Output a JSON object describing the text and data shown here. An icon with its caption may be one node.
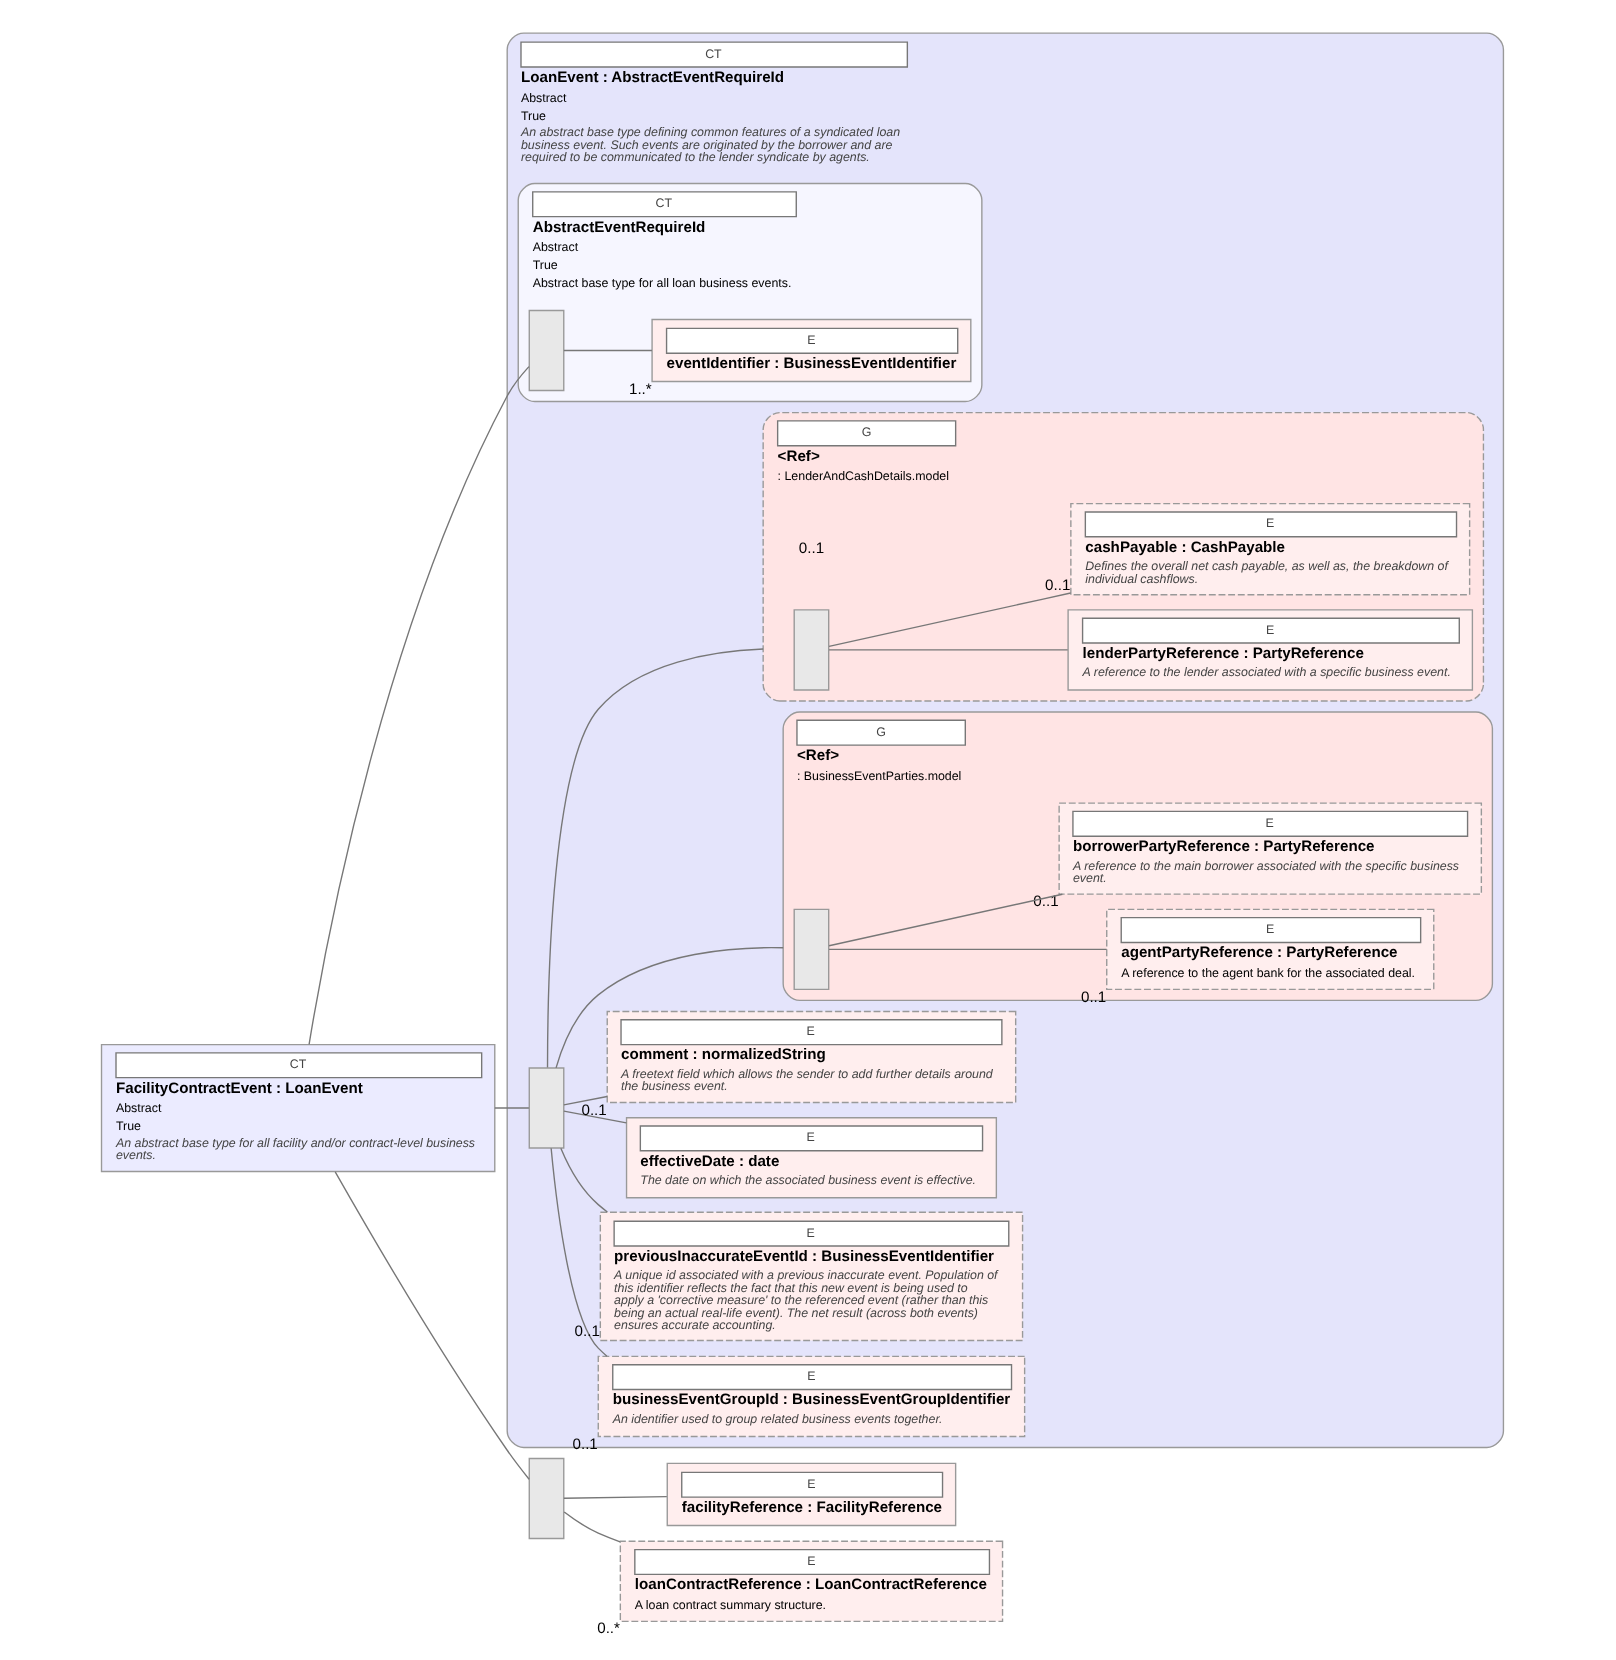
{
  "diagram": {
    "nodes": [
      {
        "text": [
          "CT",
          "FacilityContractEvent : LoanEvent",
          "Abstract",
          "True",
          "An abstract base type for all facility and/or contract-level business events."
        ]
      },
      {
        "text": [
          "CT",
          "LoanEvent : AbstractEventRequireId",
          "Abstract",
          "True",
          "An abstract base type defining common features of a syndicated loan business event. Such events are originated by the borrower and are required to be communicated to the lender syndicate by agents."
        ]
      },
      {
        "text": [
          "CT",
          "AbstractEventRequireId",
          "Abstract",
          "True",
          "Abstract base type for all loan business events."
        ],
        "in": 1
      },
      {
        "text": [],
        "shape": "box",
        "in": 2
      },
      {
        "text": [
          "E",
          "eventIdentifier : BusinessEventIdentifier"
        ],
        "beside": [
          "1..*"
        ],
        "in": 2
      },
      {
        "text": [],
        "shape": "box",
        "in": 1
      },
      {
        "text": [
          "E",
          "businessEventGroupId : BusinessEventGroupIdentifier",
          "An identifier used to group related business events together."
        ],
        "beside": [
          "0..1"
        ],
        "in": 1
      },
      {
        "text": [
          "E",
          "previousInaccurateEventId : BusinessEventIdentifier",
          "A unique id associated with a previous inaccurate event. Population of this identifier reflects the fact that this new event is being used to apply a 'corrective measure' to the referenced event (rather than this being an actual real-life event). The net result (across both events) ensures accurate accounting."
        ],
        "beside": [
          "0..1"
        ],
        "in": 1
      },
      {
        "text": [
          "G",
          "<Ref>",
          ": BusinessEventParties.model"
        ],
        "in": 1
      },
      {
        "text": [],
        "shape": "box",
        "in": 8
      },
      {
        "text": [
          "E",
          "agentPartyReference : PartyReference",
          "A reference to the agent bank for the associated deal."
        ],
        "beside": [
          "0..1"
        ],
        "in": 8
      },
      {
        "text": [
          "E",
          "borrowerPartyReference : PartyReference",
          "A reference to the main borrower associated with the specific business event."
        ],
        "beside": [
          "0..1"
        ],
        "in": 8
      },
      {
        "text": [
          "E",
          "effectiveDate : date",
          "The date on which the associated business event is effective."
        ],
        "in": 1
      },
      {
        "text": [
          "G",
          "<Ref>",
          ": LenderAndCashDetails.model"
        ],
        "beside": [
          "0..1"
        ],
        "in": 1
      },
      {
        "text": [],
        "shape": "box",
        "in": 13
      },
      {
        "text": [
          "E",
          "lenderPartyReference : PartyReference",
          "A reference to the lender associated with a specific business event."
        ],
        "in": 13
      },
      {
        "text": [
          "E",
          "cashPayable : CashPayable",
          "Defines the overall net cash payable, as well as, the breakdown of individual cashflows."
        ],
        "beside": [
          "0..1"
        ],
        "in": 13
      },
      {
        "text": [
          "E",
          "comment : normalizedString",
          "A freetext field which allows the sender to add further details around the business event."
        ],
        "beside": [
          "0..1"
        ],
        "in": 1
      },
      {
        "text": [],
        "shape": "box"
      },
      {
        "text": [
          "E",
          "facilityReference : FacilityReference"
        ]
      },
      {
        "text": [
          "E",
          "loanContractReference : LoanContractReference",
          "A loan contract summary structure."
        ],
        "beside": [
          "0..*"
        ]
      }
    ],
    "edges": [
      {
        "from": 0,
        "to": 3,
        "arrow": "none"
      },
      {
        "from": 0,
        "to": 5,
        "arrow": "none"
      },
      {
        "from": 0,
        "to": 18,
        "arrow": "none"
      },
      {
        "from": 3,
        "to": 4,
        "arrow": "none"
      },
      {
        "from": 5,
        "to": 6,
        "arrow": "none"
      },
      {
        "from": 5,
        "to": 7,
        "arrow": "none"
      },
      {
        "from": 5,
        "to": 8,
        "arrow": "none"
      },
      {
        "from": 5,
        "to": 12,
        "arrow": "none"
      },
      {
        "from": 5,
        "to": 13,
        "arrow": "none"
      },
      {
        "from": 5,
        "to": 17,
        "arrow": "none"
      },
      {
        "from": 9,
        "to": 10,
        "arrow": "none"
      },
      {
        "from": 9,
        "to": 11,
        "arrow": "none"
      },
      {
        "from": 14,
        "to": 15,
        "arrow": "none"
      },
      {
        "from": 14,
        "to": 16,
        "arrow": "none"
      },
      {
        "from": 18,
        "to": 19,
        "arrow": "none"
      },
      {
        "from": 18,
        "to": 20,
        "arrow": "none"
      }
    ]
  }
}
